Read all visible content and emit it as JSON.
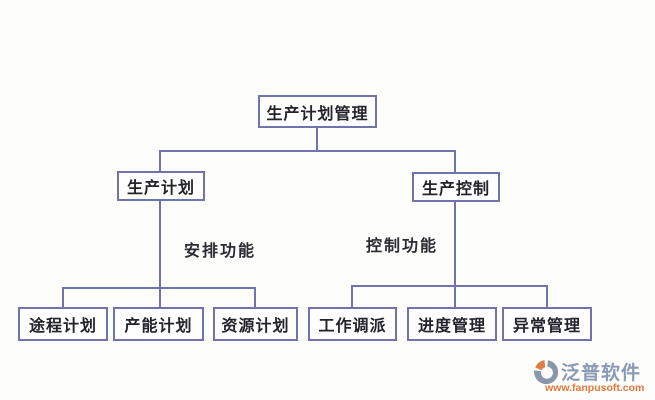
{
  "diagram": {
    "root": {
      "label": "生产计划管理"
    },
    "branches": [
      {
        "label": "生产计划",
        "function_label": "安排功能",
        "children": [
          {
            "label": "途程计划"
          },
          {
            "label": "产能计划"
          },
          {
            "label": "资源计划"
          }
        ]
      },
      {
        "label": "生产控制",
        "function_label": "控制功能",
        "children": [
          {
            "label": "工作调派"
          },
          {
            "label": "进度管理"
          },
          {
            "label": "异常管理"
          }
        ]
      }
    ]
  },
  "watermark": {
    "brand": "泛普软件",
    "url": "www.fanpusoft.com",
    "logo_icon": "fanpu-swirl-icon"
  },
  "colors": {
    "line": "#7173ae",
    "box_text": "#23232b",
    "background": "#fdfdfb",
    "watermark_brand": "#8a9ab5",
    "watermark_url": "#e4763c",
    "logo_gray": "#8996ac",
    "logo_orange": "#dd7f45"
  }
}
